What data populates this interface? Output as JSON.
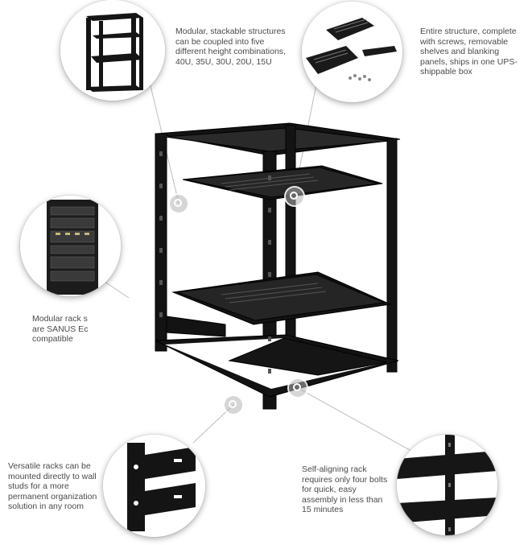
{
  "callouts": {
    "stackable": "Modular, stackable structures can be coupled into five different height combinations, 40U, 35U, 30U, 20U, 15U",
    "complete": "Entire structure, complete with screws, removable shelves and blanking panels, ships in one UPS-shippable box",
    "modular": "Modular rack s are SANUS Ec compatible",
    "versatile": "Versatile racks can be mounted directly to wall studs for a more permanent organization solution in any room",
    "self_aligning": "Self-aligning rack requires only four bolts for quick, easy assembly in less than 15 minutes"
  },
  "colors": {
    "rack": "#111111",
    "text": "#4a4a4a",
    "leader": "#b8b8b8"
  }
}
